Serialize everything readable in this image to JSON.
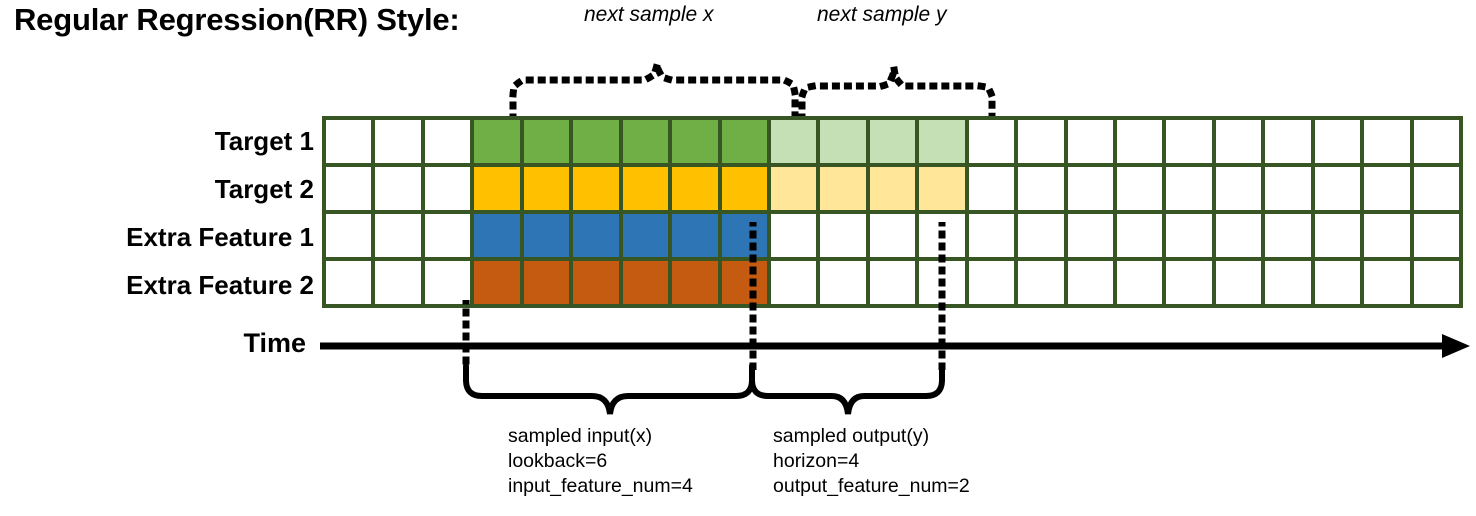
{
  "title": "Regular Regression(RR) Style:",
  "rows": [
    {
      "label": "Target 1",
      "name": "target-1"
    },
    {
      "label": "Target 2",
      "name": "target-2"
    },
    {
      "label": "Extra Feature 1",
      "name": "extra-feature-1"
    },
    {
      "label": "Extra Feature 2",
      "name": "extra-feature-2"
    }
  ],
  "grid": {
    "total_columns": 23,
    "lead_blank_columns": 3,
    "input_columns": 6,
    "output_columns": 4,
    "trailing_blank_columns": 10,
    "border_color": "#375623",
    "cells": [
      [
        "#ffffff",
        "#ffffff",
        "#ffffff",
        "#6FAF46",
        "#6FAF46",
        "#6FAF46",
        "#6FAF46",
        "#6FAF46",
        "#6FAF46",
        "#C5E0B4",
        "#C5E0B4",
        "#C5E0B4",
        "#C5E0B4",
        "#ffffff",
        "#ffffff",
        "#ffffff",
        "#ffffff",
        "#ffffff",
        "#ffffff",
        "#ffffff",
        "#ffffff",
        "#ffffff",
        "#ffffff"
      ],
      [
        "#ffffff",
        "#ffffff",
        "#ffffff",
        "#FFC000",
        "#FFC000",
        "#FFC000",
        "#FFC000",
        "#FFC000",
        "#FFC000",
        "#FFE699",
        "#FFE699",
        "#FFE699",
        "#FFE699",
        "#ffffff",
        "#ffffff",
        "#ffffff",
        "#ffffff",
        "#ffffff",
        "#ffffff",
        "#ffffff",
        "#ffffff",
        "#ffffff",
        "#ffffff"
      ],
      [
        "#ffffff",
        "#ffffff",
        "#ffffff",
        "#2E75B6",
        "#2E75B6",
        "#2E75B6",
        "#2E75B6",
        "#2E75B6",
        "#2E75B6",
        "#ffffff",
        "#ffffff",
        "#ffffff",
        "#ffffff",
        "#ffffff",
        "#ffffff",
        "#ffffff",
        "#ffffff",
        "#ffffff",
        "#ffffff",
        "#ffffff",
        "#ffffff",
        "#ffffff",
        "#ffffff"
      ],
      [
        "#ffffff",
        "#ffffff",
        "#ffffff",
        "#C55A11",
        "#C55A11",
        "#C55A11",
        "#C55A11",
        "#C55A11",
        "#C55A11",
        "#ffffff",
        "#ffffff",
        "#ffffff",
        "#ffffff",
        "#ffffff",
        "#ffffff",
        "#ffffff",
        "#ffffff",
        "#ffffff",
        "#ffffff",
        "#ffffff",
        "#ffffff",
        "#ffffff",
        "#ffffff"
      ]
    ]
  },
  "annotations": {
    "next_sample_x": "next sample x",
    "next_sample_y": "next sample y"
  },
  "time_axis": {
    "label": "Time"
  },
  "captions": {
    "input": "sampled input(x)\nlookback=6\ninput_feature_num=4",
    "output": "sampled output(y)\nhorizon=4\noutput_feature_num=2"
  }
}
